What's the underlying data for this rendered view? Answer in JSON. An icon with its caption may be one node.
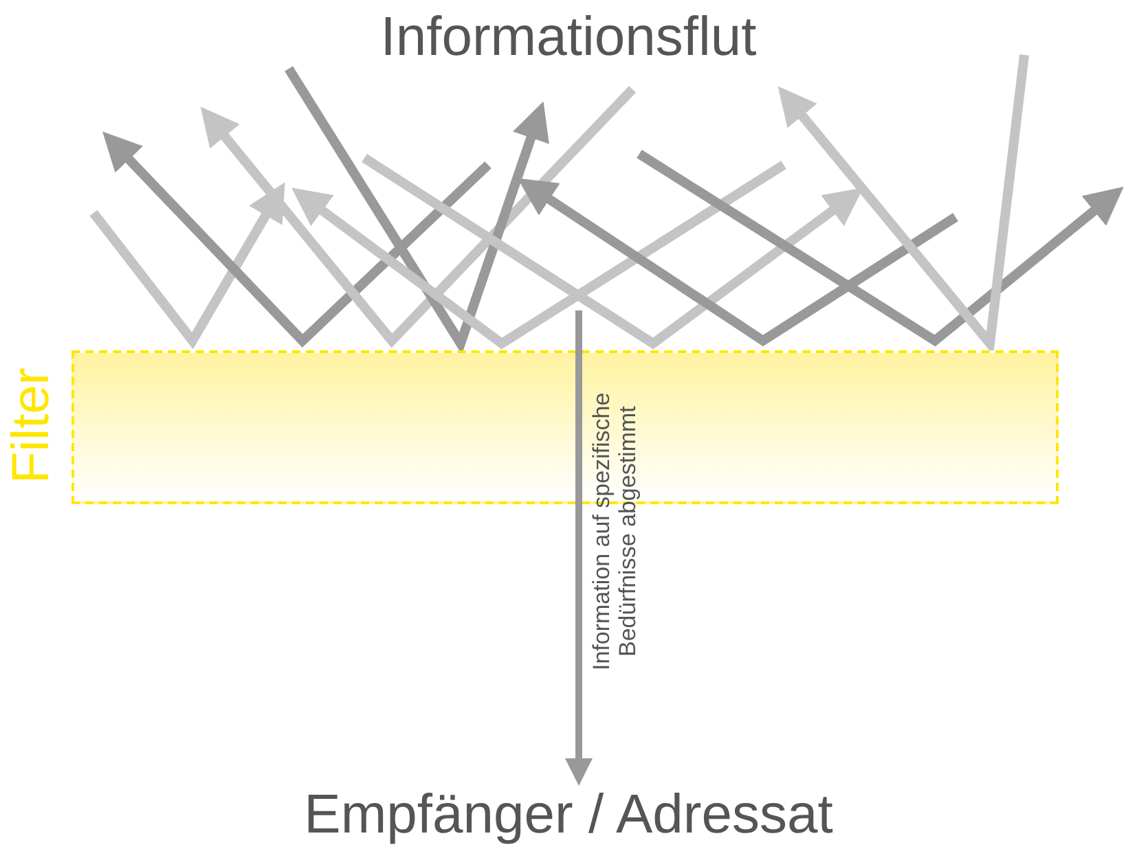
{
  "diagram": {
    "title": "Informationsflut",
    "nodes": [
      {
        "text": [
          "Filter"
        ]
      },
      {
        "text": [
          "Empfänger / Adressat"
        ]
      }
    ],
    "edges": [
      {
        "from": null,
        "to": 1,
        "arrow": "to",
        "label": "Information auf spezifische Bedürfnisse abgestimmt"
      }
    ]
  }
}
